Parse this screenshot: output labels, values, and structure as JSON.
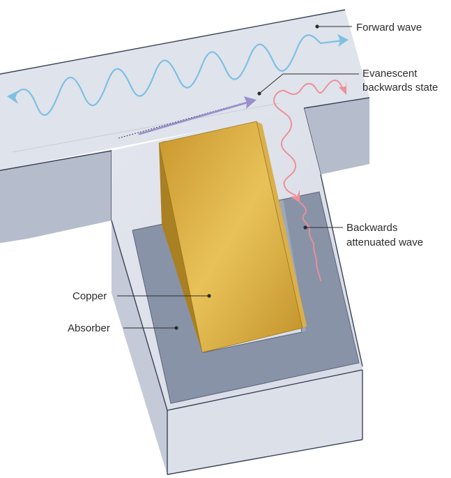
{
  "labels": {
    "forward_wave": "Forward wave",
    "evanescent_line1": "Evanescent",
    "evanescent_line2": "backwards state",
    "backwards_line1": "Backwards",
    "backwards_line2": "attenuated wave",
    "copper": "Copper",
    "absorber": "Absorber"
  },
  "colors": {
    "waveguide_top": "#dde1ea",
    "waveguide_side": "#b4bbcb",
    "waveguide_outline": "#3a4258",
    "absorber": "#8993a8",
    "copper": "#d4a73a",
    "copper_side": "#b4881f",
    "forward_wave": "#7dc0e2",
    "evanescent_state": "#9a8fcd",
    "backwards_wave": "#ee9097"
  }
}
